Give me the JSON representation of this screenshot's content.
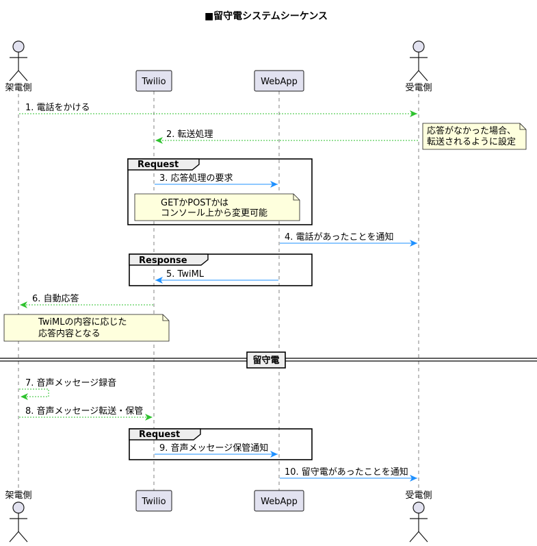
{
  "title": "■留守電システムシーケンス",
  "participants": {
    "caller": "架電側",
    "twilio": "Twilio",
    "webapp": "WebApp",
    "receiver": "受電側"
  },
  "messages": {
    "m1": "1. 電話をかける",
    "m2": "2. 転送処理",
    "m3": "3. 応答処理の要求",
    "m4": "4. 電話があったことを通知",
    "m5": "5. TwiML",
    "m6": "6. 自動応答",
    "m7": "7. 音声メッセージ録音",
    "m8": "8. 音声メッセージ転送・保管",
    "m9": "9. 音声メッセージ保管通知",
    "m10": "10. 留守電があったことを通知"
  },
  "notes": {
    "n1_line1": "応答がなかった場合、",
    "n1_line2": "転送されるように設定",
    "n2_line1": "GETかPOSTかは",
    "n2_line2": "コンソール上から変更可能",
    "n3_line1": "TwiMLの内容に応じた",
    "n3_line2": "応答内容となる"
  },
  "frames": {
    "request1": "Request",
    "response": "Response",
    "request2": "Request"
  },
  "divider": "留守電",
  "colors": {
    "async_arrow": "#2EC22E",
    "sync_arrow": "#1E90FF",
    "participant_fill": "#E2E2F0",
    "note_fill": "#FEFFDD"
  }
}
